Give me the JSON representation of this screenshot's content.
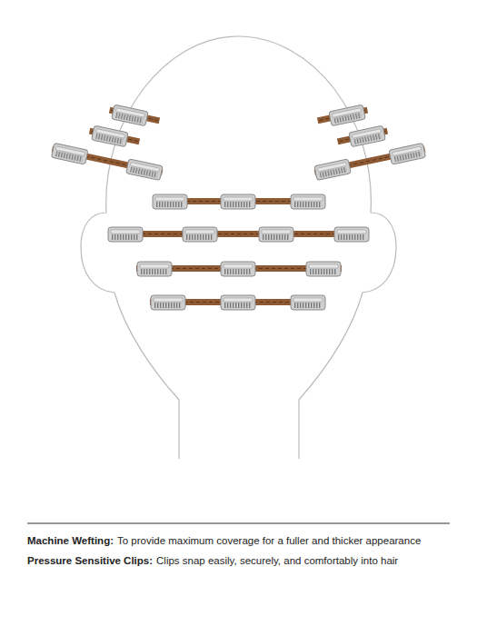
{
  "diagram": {
    "labels": [
      "Machine Wefting:",
      "To provide maximum coverage for a fuller and thicker appearance",
      "Pressure Sensitive Clips:",
      "Clips snap easily, securely, and comfortably into hair"
    ]
  }
}
